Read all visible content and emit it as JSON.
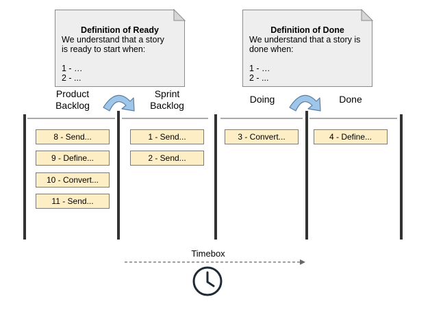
{
  "dor": {
    "title": "Definition of Ready",
    "body": "We understand that a story\nis ready to start when:\n\n1 - …\n2 - ..."
  },
  "dod": {
    "title": "Definition of Done",
    "body": "We understand that a story is\ndone when:\n\n1 - …\n2 - ..."
  },
  "columns": {
    "product_backlog": "Product\nBacklog",
    "sprint_backlog": "Sprint\nBacklog",
    "doing": "Doing",
    "done": "Done"
  },
  "cards": {
    "product_backlog": [
      "8 - Send...",
      "9 - Define...",
      "10 - Convert...",
      "11 - Send..."
    ],
    "sprint_backlog": [
      "1 - Send...",
      "2 - Send..."
    ],
    "doing": [
      "3 - Convert..."
    ],
    "done": [
      "4 - Define..."
    ]
  },
  "timebox_label": "Timebox",
  "colors": {
    "card_fill": "#fdeec6",
    "note_fill": "#eeeeee",
    "arrow_fill": "#9fc5e8",
    "clock_stroke": "#1f2a35"
  },
  "icons": {
    "clock": "clock-icon",
    "curved_arrow": "curved-arrow-icon"
  }
}
